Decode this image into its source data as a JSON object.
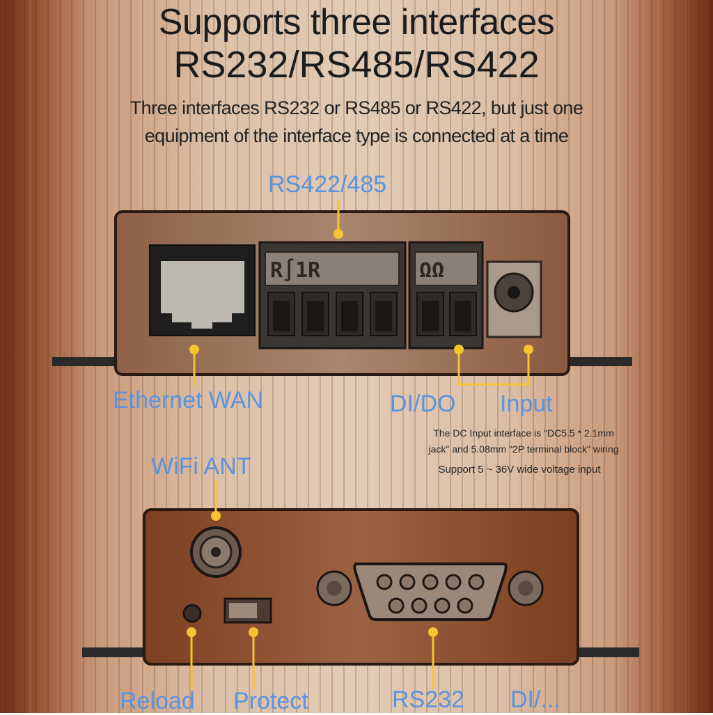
{
  "heading": {
    "title_line1": "Supports three interfaces",
    "title_line2": "RS232/RS485/RS422"
  },
  "description": {
    "line1": "Three interfaces RS232 or RS485 or RS422, but just one",
    "line2": "equipment of the interface type is connected at a time"
  },
  "top_panel": {
    "terminal_label": "RS422/485",
    "ethernet_label": "Ethernet WAN",
    "dido_label": "DI/DO",
    "input_label": "Input",
    "notes": {
      "line1": "The DC Input interface is \"DC5.5 * 2.1mm",
      "line2": "jack\" and 5.08mm \"2P terminal block\" wiring",
      "line3": "Support 5 ~ 36V wide voltage input"
    }
  },
  "bottom_panel": {
    "wifi_label": "WiFi ANT",
    "reload_label": "Reload",
    "protect_label": "Protect",
    "rs232_label": "RS232",
    "extra_label": "DI/..."
  },
  "colors": {
    "label_blue": "#5b93de",
    "pin_yellow": "#f5c430",
    "device_body_top": "#a47c62",
    "device_body_bottom": "#8a4e30",
    "outline": "#2a1a12"
  }
}
